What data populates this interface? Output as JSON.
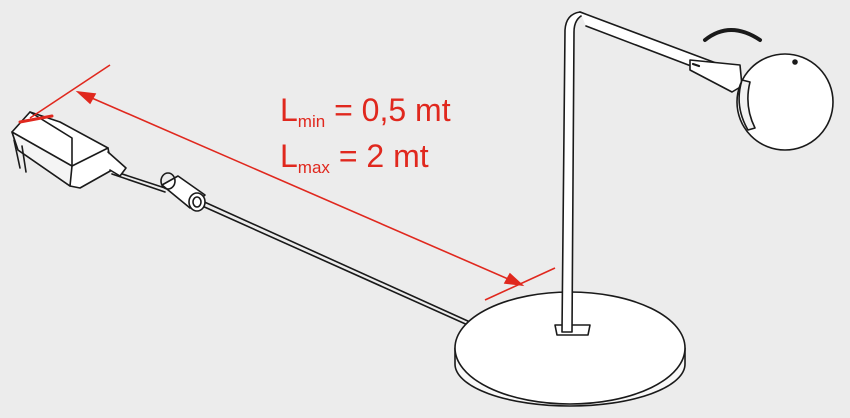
{
  "colors": {
    "background": "#ececec",
    "line": "#1a1a1a",
    "dimension": "#e0281e",
    "fill": "#ffffff"
  },
  "dimension": {
    "min": {
      "symbol": "L",
      "subscript": "min",
      "value": "= 0,5 mt"
    },
    "max": {
      "symbol": "L",
      "subscript": "max",
      "value": "= 2 mt"
    }
  }
}
